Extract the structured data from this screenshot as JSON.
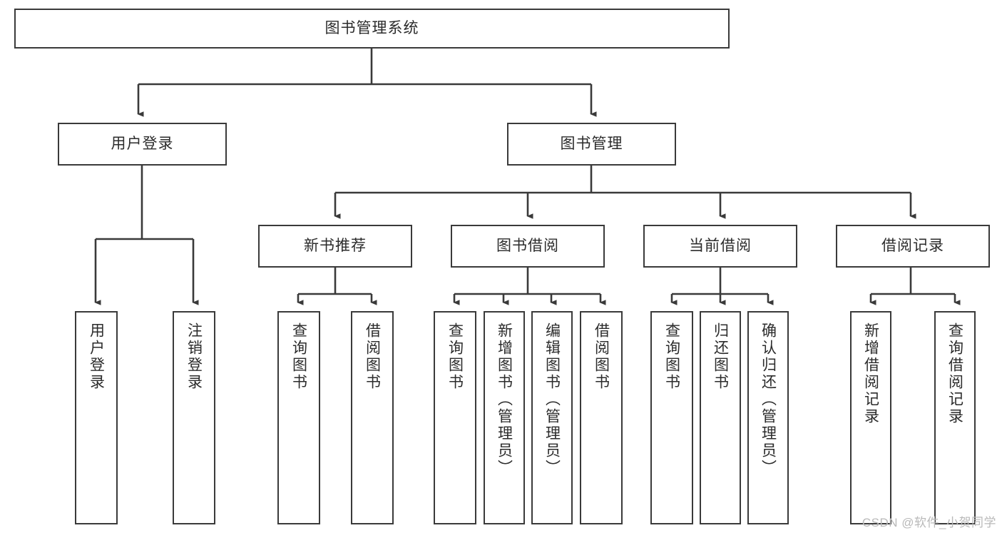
{
  "diagram": {
    "type": "tree",
    "title": "图书管理系统",
    "watermark": "CSDN @软件_小贺同学",
    "style": {
      "border_color": "#3a3a3a",
      "fill_color": "#ffffff",
      "text_color": "#2b2b2b",
      "line_color": "#3a3a3a",
      "background": "#ffffff",
      "watermark_color": "#b9b9b9"
    },
    "nodes": {
      "root": {
        "label": "图书管理系统",
        "level": 1
      },
      "l2": [
        {
          "id": "user_login",
          "label": "用户登录",
          "level": 2
        },
        {
          "id": "book_mgmt",
          "label": "图书管理",
          "level": 2
        }
      ],
      "l3": [
        {
          "id": "new_book_rec",
          "label": "新书推荐",
          "level": 3
        },
        {
          "id": "book_borrow",
          "label": "图书借阅",
          "level": 3
        },
        {
          "id": "current_borrow",
          "label": "当前借阅",
          "level": 3
        },
        {
          "id": "borrow_record",
          "label": "借阅记录",
          "level": 3
        }
      ],
      "leaves": [
        {
          "id": "leaf_user_login",
          "label": "用户登录",
          "parent": "user_login"
        },
        {
          "id": "leaf_user_logout",
          "label": "注销登录",
          "parent": "user_login"
        },
        {
          "id": "leaf_query_book_1",
          "label": "查询图书",
          "parent": "new_book_rec"
        },
        {
          "id": "leaf_borrow_book_1",
          "label": "借阅图书",
          "parent": "new_book_rec"
        },
        {
          "id": "leaf_query_book_2",
          "label": "查询图书",
          "parent": "book_borrow"
        },
        {
          "id": "leaf_add_book",
          "label": "新增图书（管理员）",
          "parent": "book_borrow"
        },
        {
          "id": "leaf_edit_book",
          "label": "编辑图书（管理员）",
          "parent": "book_borrow"
        },
        {
          "id": "leaf_borrow_book_2",
          "label": "借阅图书",
          "parent": "book_borrow"
        },
        {
          "id": "leaf_query_book_3",
          "label": "查询图书",
          "parent": "current_borrow"
        },
        {
          "id": "leaf_return_book",
          "label": "归还图书",
          "parent": "current_borrow"
        },
        {
          "id": "leaf_confirm_return",
          "label": "确认归还（管理员）",
          "parent": "current_borrow"
        },
        {
          "id": "leaf_add_record",
          "label": "新增借阅记录",
          "parent": "borrow_record"
        },
        {
          "id": "leaf_query_record",
          "label": "查询借阅记录",
          "parent": "borrow_record"
        }
      ]
    },
    "edges": [
      {
        "from": "root",
        "to": "user_login"
      },
      {
        "from": "root",
        "to": "book_mgmt"
      },
      {
        "from": "book_mgmt",
        "to": "new_book_rec"
      },
      {
        "from": "book_mgmt",
        "to": "book_borrow"
      },
      {
        "from": "book_mgmt",
        "to": "current_borrow"
      },
      {
        "from": "book_mgmt",
        "to": "borrow_record"
      },
      {
        "from": "user_login",
        "to": "leaf_user_login"
      },
      {
        "from": "user_login",
        "to": "leaf_user_logout"
      },
      {
        "from": "new_book_rec",
        "to": "leaf_query_book_1"
      },
      {
        "from": "new_book_rec",
        "to": "leaf_borrow_book_1"
      },
      {
        "from": "book_borrow",
        "to": "leaf_query_book_2"
      },
      {
        "from": "book_borrow",
        "to": "leaf_add_book"
      },
      {
        "from": "book_borrow",
        "to": "leaf_edit_book"
      },
      {
        "from": "book_borrow",
        "to": "leaf_borrow_book_2"
      },
      {
        "from": "current_borrow",
        "to": "leaf_query_book_3"
      },
      {
        "from": "current_borrow",
        "to": "leaf_return_book"
      },
      {
        "from": "current_borrow",
        "to": "leaf_confirm_return"
      },
      {
        "from": "borrow_record",
        "to": "leaf_add_record"
      },
      {
        "from": "borrow_record",
        "to": "leaf_query_record"
      }
    ]
  }
}
